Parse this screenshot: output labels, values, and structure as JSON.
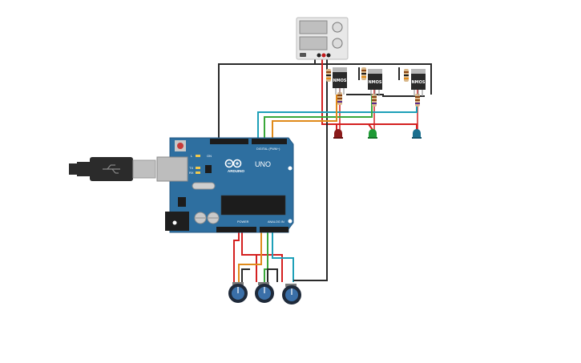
{
  "board": {
    "logo_text": "ARDUINO",
    "model": "UNO",
    "digital_header": "DIGITAL (PWM~)",
    "power_header": "POWER",
    "analog_header": "ANALOG IN",
    "on_label": "ON",
    "tx_label": "TX",
    "rx_label": "RX",
    "l_label": "L"
  },
  "transistors": [
    {
      "label": "NMOS"
    },
    {
      "label": "NMOS"
    },
    {
      "label": "NMOS"
    }
  ],
  "leds": [
    {
      "color": "#8b1a1a"
    },
    {
      "color": "#1e9a35"
    },
    {
      "color": "#1a6f8f"
    }
  ],
  "wire_colors": {
    "black": "#2a2a2a",
    "red": "#d42020",
    "orange": "#e08a1a",
    "green": "#3aa83a",
    "teal": "#1ea0b8"
  },
  "colors": {
    "board": "#2e6fa0",
    "board_dark": "#245a84",
    "supply": "#e8e8e8",
    "cable": "#2b2b2b"
  }
}
